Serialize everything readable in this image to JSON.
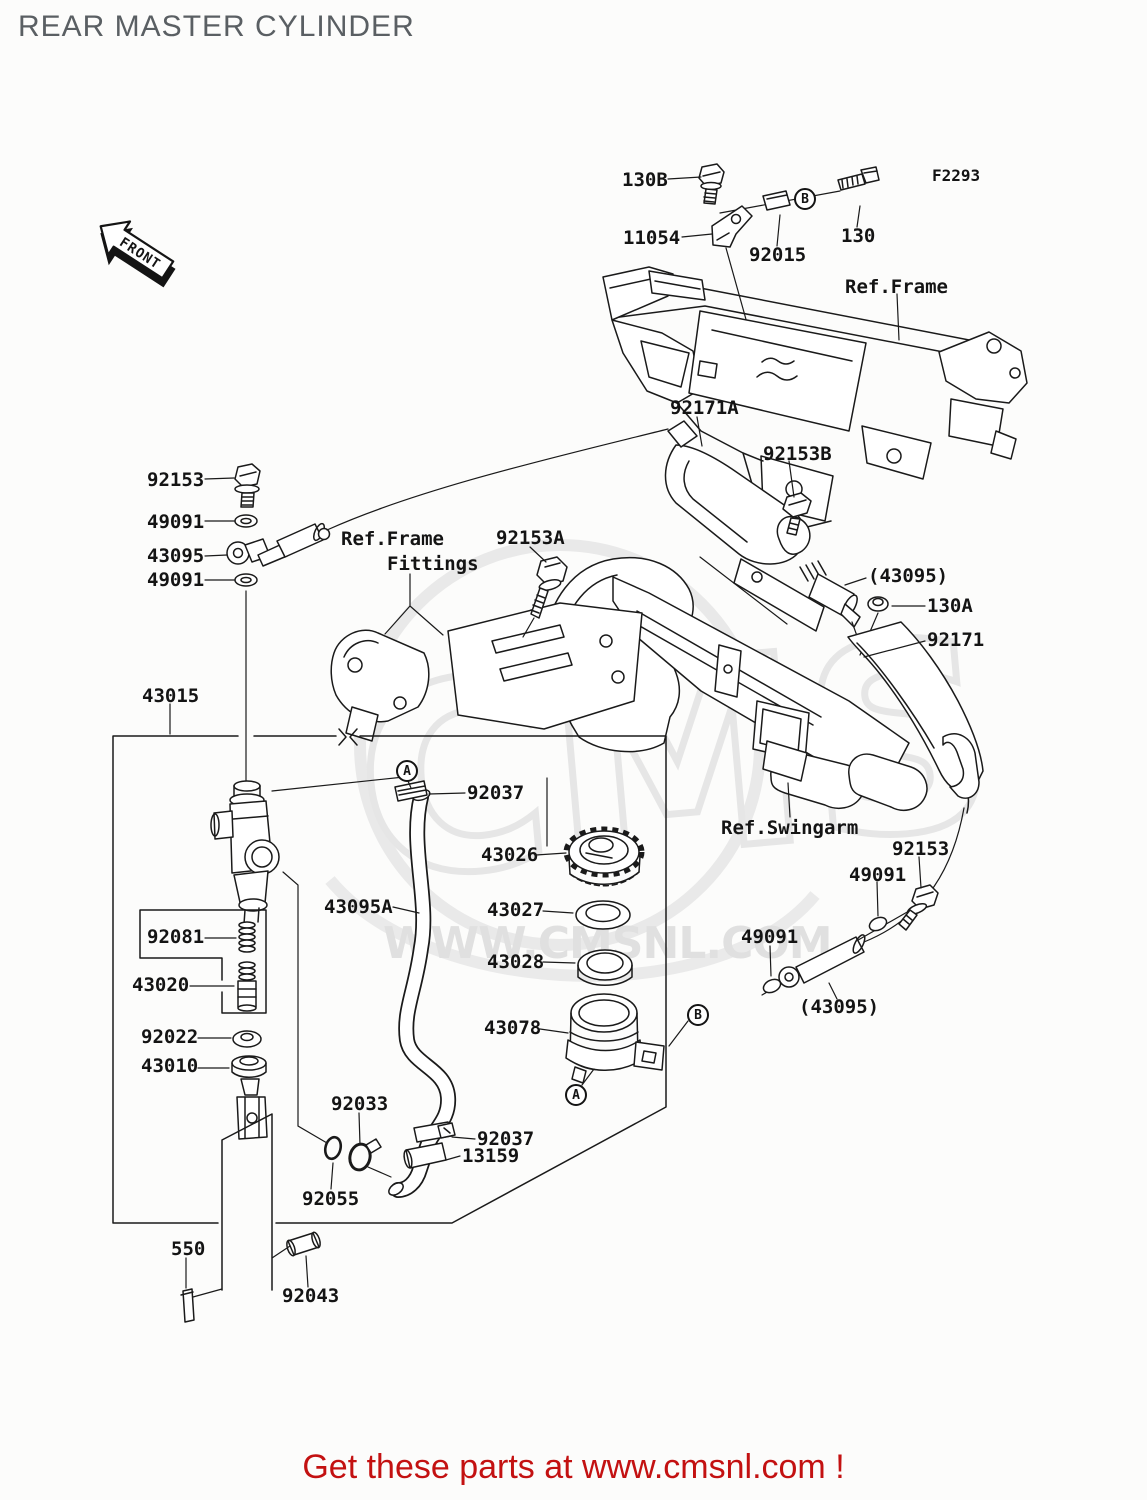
{
  "title": "REAR MASTER CYLINDER",
  "figure_code": "F2293",
  "front_label": "FRONT",
  "footer": {
    "text": "Get these parts at www.cmsnl.com !"
  },
  "watermark": {
    "big": "CMS",
    "small": "WWW.CMSNL.COM"
  },
  "colors": {
    "line": "#1a1a1a",
    "title_gray": "#5a5f63",
    "footer_red": "#c31111",
    "watermark_gray": "#dcdcdc",
    "background": "#fcfcfb"
  },
  "callout_letters": {
    "a": "A",
    "b": "B"
  },
  "ref_labels": {
    "frame": "Ref.Frame",
    "frame_fittings_line1": "Ref.Frame",
    "frame_fittings_line2": "Fittings",
    "swingarm": "Ref.Swingarm"
  },
  "part_labels": {
    "n130B": "130B",
    "n11054": "11054",
    "n92015": "92015",
    "n130": "130",
    "n92171A": "92171A",
    "n92153B": "92153B",
    "n92153_left": "92153",
    "n49091_left_upper": "49091",
    "n43095_left": "43095",
    "n49091_left_lower": "49091",
    "n92153A": "92153A",
    "n43095_mid": "(43095)",
    "n130A": "130A",
    "n92171": "92171",
    "n43015": "43015",
    "n92037_top": "92037",
    "n43026": "43026",
    "n43095A": "43095A",
    "n43027": "43027",
    "n43028": "43028",
    "n43078": "43078",
    "n92153_right": "92153",
    "n49091_right_upper": "49091",
    "n49091_right_lower": "49091",
    "n43095_right": "(43095)",
    "n92081": "92081",
    "n43020": "43020",
    "n92022": "92022",
    "n43010": "43010",
    "n92033": "92033",
    "n92037_bottom": "92037",
    "n13159": "13159",
    "n92055": "92055",
    "n550": "550",
    "n92043": "92043"
  }
}
